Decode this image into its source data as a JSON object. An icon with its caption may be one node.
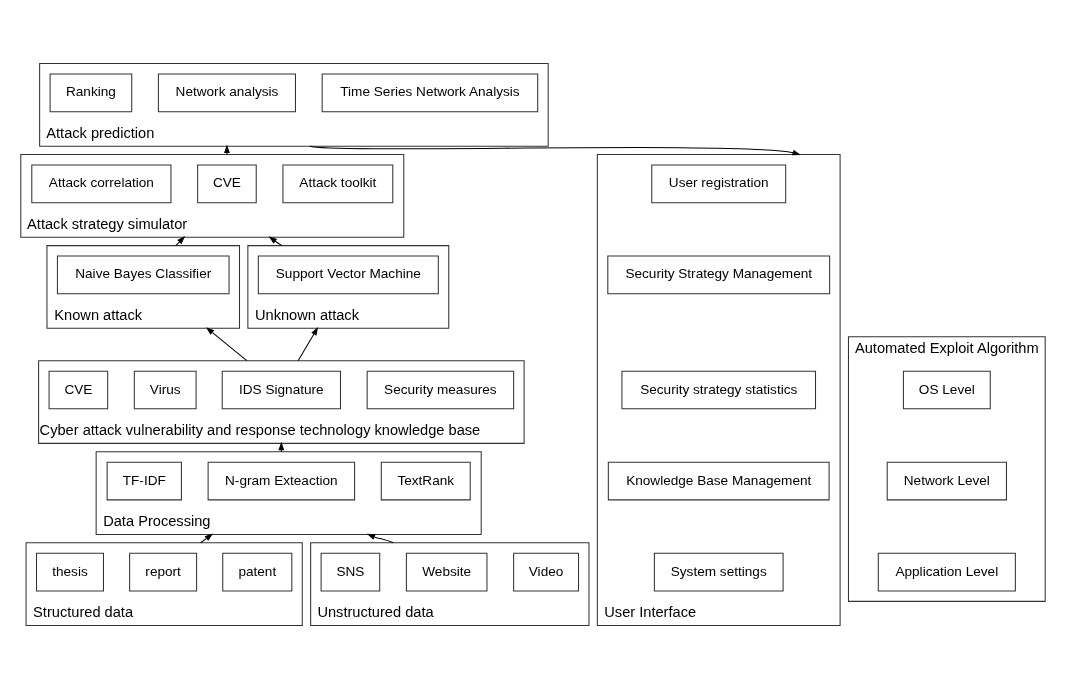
{
  "diagram": {
    "nodes": [
      {
        "text": [
          "User Interface"
        ]
      },
      {
        "text": [
          "User registration"
        ],
        "in": 0
      },
      {
        "text": [
          "Security Strategy Management"
        ],
        "in": 0
      },
      {
        "text": [
          "Security strategy statistics"
        ],
        "in": 0
      },
      {
        "text": [
          "Knowledge Base Management"
        ],
        "in": 0
      },
      {
        "text": [
          "System settings"
        ],
        "in": 0
      },
      {
        "text": [
          "Attack prediction"
        ]
      },
      {
        "text": [
          "Ranking"
        ],
        "in": 6
      },
      {
        "text": [
          "Network analysis"
        ],
        "in": 6
      },
      {
        "text": [
          "Time Series Network Analysis"
        ],
        "in": 6
      },
      {
        "text": [
          "Attack strategy simulator"
        ]
      },
      {
        "text": [
          "Attack correlation"
        ],
        "in": 10
      },
      {
        "text": [
          "CVE"
        ],
        "in": 10
      },
      {
        "text": [
          "Attack toolkit"
        ],
        "in": 10
      },
      {
        "text": [
          "Known attack"
        ]
      },
      {
        "text": [
          "Naive Bayes Classifier"
        ],
        "in": 14
      },
      {
        "text": [
          "Unknown attack"
        ]
      },
      {
        "text": [
          "Support Vector Machine"
        ],
        "in": 16
      },
      {
        "text": [
          "Cyber attack vulnerability and response technology knowledge base"
        ]
      },
      {
        "text": [
          "CVE"
        ],
        "in": 18
      },
      {
        "text": [
          "Virus"
        ],
        "in": 18
      },
      {
        "text": [
          "IDS Signature"
        ],
        "in": 18
      },
      {
        "text": [
          "Security measures"
        ],
        "in": 18
      },
      {
        "text": [
          "Data Processing"
        ]
      },
      {
        "text": [
          "TF-IDF"
        ],
        "in": 23
      },
      {
        "text": [
          "N-gram Exteaction"
        ],
        "in": 23
      },
      {
        "text": [
          "TextRank"
        ],
        "in": 23
      },
      {
        "text": [
          "Structured data"
        ]
      },
      {
        "text": [
          "thesis"
        ],
        "in": 27
      },
      {
        "text": [
          "report"
        ],
        "in": 27
      },
      {
        "text": [
          "patent"
        ],
        "in": 27
      },
      {
        "text": [
          "Unstructured data"
        ]
      },
      {
        "text": [
          "SNS"
        ],
        "in": 31
      },
      {
        "text": [
          "Website"
        ],
        "in": 31
      },
      {
        "text": [
          "Video"
        ],
        "in": 31
      },
      {
        "text": [
          "Automated Exploit Algorithm"
        ]
      },
      {
        "text": [
          "OS Level"
        ],
        "in": 35
      },
      {
        "text": [
          "Network Level"
        ],
        "in": 35
      },
      {
        "text": [
          "Application Level"
        ],
        "in": 35
      }
    ],
    "edges": [
      {
        "from": 27,
        "to": 23,
        "arrow": "to"
      },
      {
        "from": 31,
        "to": 23,
        "arrow": "to"
      },
      {
        "from": 23,
        "to": 18,
        "arrow": "to"
      },
      {
        "from": 18,
        "to": 14,
        "arrow": "to"
      },
      {
        "from": 18,
        "to": 16,
        "arrow": "to"
      },
      {
        "from": 14,
        "to": 10,
        "arrow": "to"
      },
      {
        "from": 16,
        "to": 10,
        "arrow": "to"
      },
      {
        "from": 10,
        "to": 6,
        "arrow": "to"
      },
      {
        "from": 6,
        "to": 0,
        "arrow": "to"
      }
    ]
  }
}
